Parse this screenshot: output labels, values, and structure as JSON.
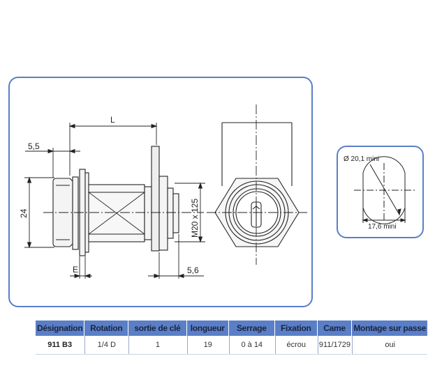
{
  "drawing": {
    "dim_L": "L",
    "dim_5_5": "5,5",
    "dim_24": "24",
    "dim_thread": "M20 x 125",
    "dim_E": "E",
    "dim_5_6": "5,6"
  },
  "hole": {
    "diameter_label": "Ø 20,1 mini",
    "width_label": "17,6 mini"
  },
  "table": {
    "headers": [
      "Désignation",
      "Rotation",
      "sortie de clé",
      "longueur",
      "Serrage",
      "Fixation",
      "Came",
      "Montage sur passe"
    ],
    "row": [
      "911 B3",
      "1/4 D",
      "1",
      "19",
      "0 à 14",
      "écrou",
      "911/1729",
      "oui"
    ]
  },
  "colors": {
    "frame": "#5a7fc7",
    "header": "#5a7fc7"
  }
}
